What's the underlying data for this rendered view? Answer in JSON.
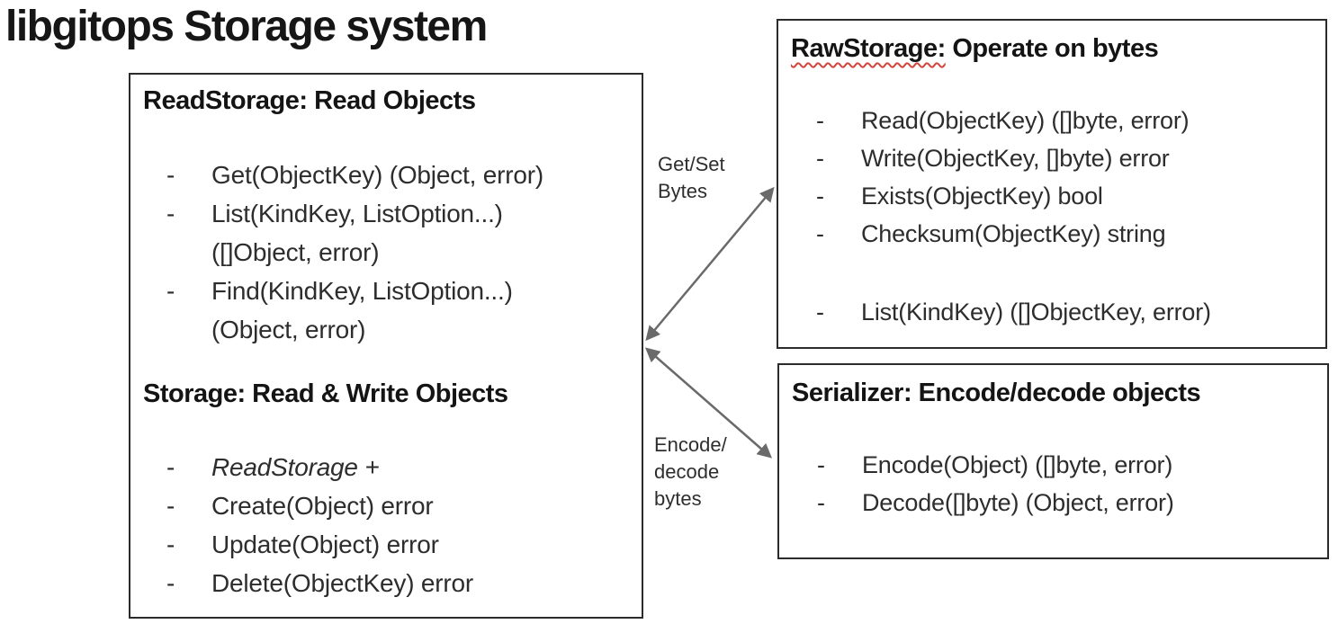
{
  "title": "libgitops Storage system",
  "bullet_dash": "-",
  "left_box": {
    "read_header": "ReadStorage: Read Objects",
    "read_items": [
      "Get(ObjectKey) (Object, error)",
      "List(KindKey, ListOption...)\n([]Object, error)",
      "Find(KindKey, ListOption...)\n(Object, error)"
    ],
    "storage_header": "Storage: Read & Write Objects",
    "storage_items": [
      "ReadStorage +",
      "Create(Object) error",
      "Update(Object) error",
      "Delete(ObjectKey) error"
    ]
  },
  "raw_box": {
    "header_prefix": "RawStorage:",
    "header_rest": " Operate on bytes",
    "items": [
      "Read(ObjectKey) ([]byte, error)",
      "Write(ObjectKey, []byte) error",
      "Exists(ObjectKey) bool",
      "Checksum(ObjectKey) string",
      "List(KindKey) ([]ObjectKey, error)"
    ]
  },
  "serializer_box": {
    "header": "Serializer: Encode/decode objects",
    "items": [
      "Encode(Object) ([]byte, error)",
      "Decode([]byte) (Object, error)"
    ]
  },
  "arrows": {
    "get_set_label": "Get/Set\nBytes",
    "encode_decode_label": "Encode/\ndecode\nbytes"
  },
  "colors": {
    "background": "#ffffff",
    "title_text": "#161616",
    "header_text": "#141414",
    "body_text": "#2d2d2d",
    "box_border": "#2b2b2b",
    "arrow": "#6a6a6a",
    "spellcheck_squiggle": "#d2453c"
  }
}
